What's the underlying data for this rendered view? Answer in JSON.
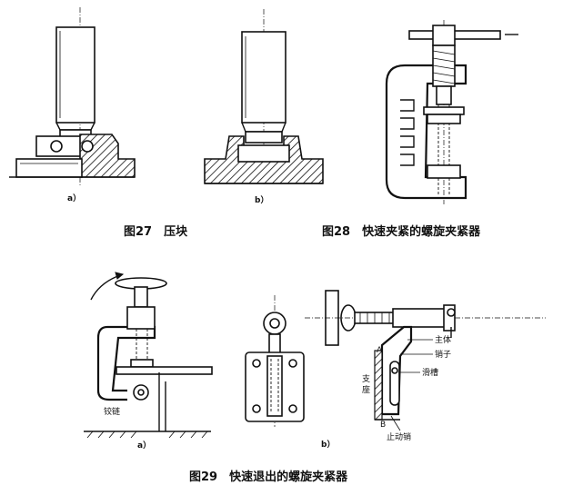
{
  "labels": {
    "fig27_a": "a）",
    "fig27_b": "b）",
    "fig29_a": "a）",
    "fig29_b": "b）",
    "hinge": "铰链",
    "main_body": "主体",
    "pin": "销子",
    "slot": "滑槽",
    "support_1": "支",
    "support_2": "座",
    "stop_pin": "止动销",
    "point_a": "A",
    "point_b": "B"
  },
  "captions": {
    "fig27": "图27　压块",
    "fig28": "图28　快速夹紧的螺旋夹紧器",
    "fig29": "图29　快速退出的螺旋夹紧器"
  }
}
